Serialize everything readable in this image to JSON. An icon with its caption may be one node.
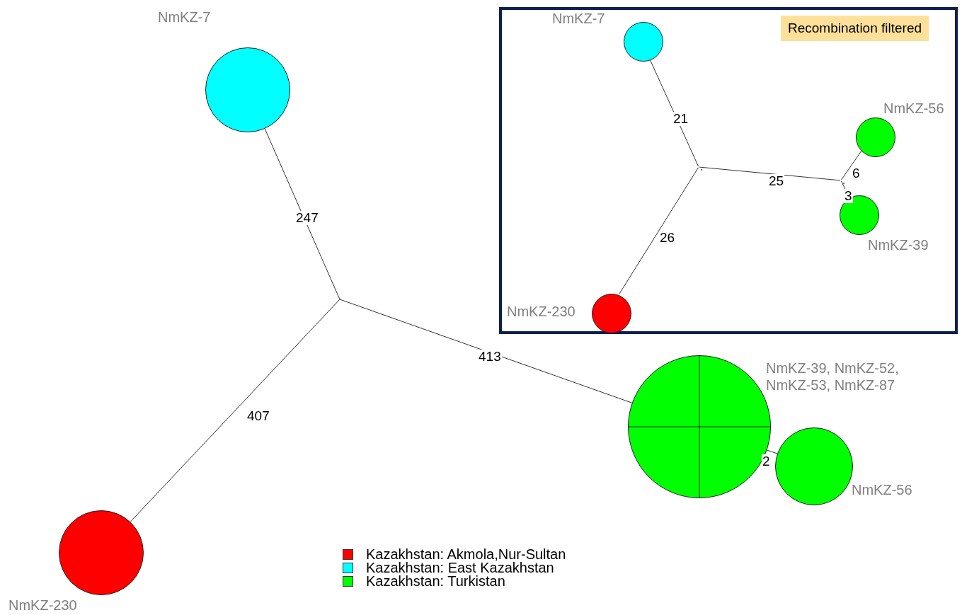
{
  "diagram": {
    "nodes": [
      {
        "text": [
          "NmKZ-7"
        ]
      },
      {
        "text": [],
        "shape": "point"
      },
      {
        "text": [
          "NmKZ-230"
        ]
      },
      {
        "text": [
          "NmKZ-39, NmKZ-52, NmKZ-53, NmKZ-87"
        ]
      },
      {
        "text": [
          "NmKZ-56"
        ]
      },
      {
        "text": [
          "Recombination filtered"
        ]
      },
      {
        "text": [
          "NmKZ-7"
        ],
        "in": 5
      },
      {
        "text": [],
        "shape": "point",
        "in": 5
      },
      {
        "text": [],
        "shape": "point",
        "in": 5
      },
      {
        "text": [
          "NmKZ-56"
        ],
        "in": 5
      },
      {
        "text": [
          "NmKZ-39"
        ],
        "in": 5
      },
      {
        "text": [
          "NmKZ-230"
        ],
        "in": 5
      }
    ],
    "edges": [
      {
        "from": 0,
        "to": 1,
        "arrow": "none",
        "label": "247"
      },
      {
        "from": 1,
        "to": 2,
        "arrow": "none",
        "label": "407"
      },
      {
        "from": 1,
        "to": 3,
        "arrow": "none",
        "label": "413"
      },
      {
        "from": 3,
        "to": 4,
        "arrow": "none",
        "label": "2"
      },
      {
        "from": 6,
        "to": 7,
        "arrow": "none",
        "label": "21"
      },
      {
        "from": 7,
        "to": 8,
        "arrow": "none",
        "label": "25"
      },
      {
        "from": 8,
        "to": 9,
        "arrow": "none",
        "label": "6"
      },
      {
        "from": 8,
        "to": 10,
        "arrow": "none",
        "label": "3"
      },
      {
        "from": 7,
        "to": 11,
        "arrow": "none",
        "label": "26"
      }
    ],
    "legend": [
      {
        "text": "Kazakhstan: Akmola,Nur-Sultan",
        "color": "#ff0000"
      },
      {
        "text": "Kazakhstan: East Kazakhstan",
        "color": "#00ffff"
      },
      {
        "text": "Kazakhstan: Turkistan",
        "color": "#00ff00"
      }
    ]
  }
}
